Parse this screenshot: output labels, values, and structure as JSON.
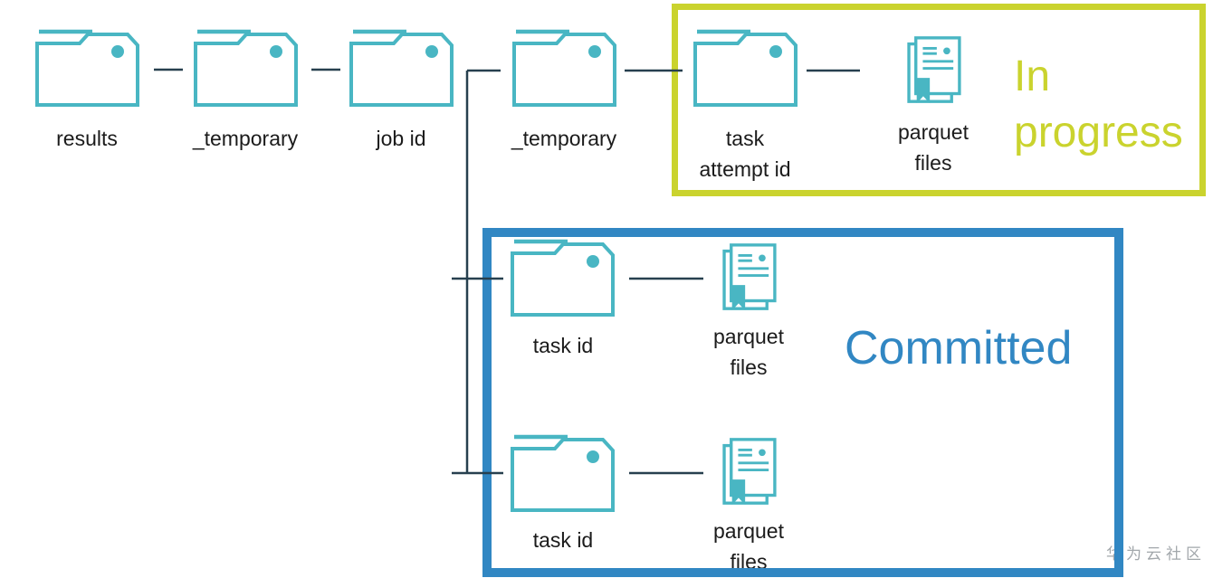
{
  "colors": {
    "folder_teal": "#49b6c3",
    "in_progress": "#cad32e",
    "committed": "#3187c3",
    "connector_line": "#27404f",
    "label_text": "#1b1b1b",
    "watermark_text": "#a2a7ab"
  },
  "folders": {
    "results": {
      "label": "results"
    },
    "temporary1": {
      "label": "_temporary"
    },
    "jobid": {
      "label": "job id"
    },
    "temporary2": {
      "label": "_temporary"
    },
    "taskattempt": {
      "line1": "task",
      "line2": "attempt id"
    },
    "taskid1": {
      "label": "task id"
    },
    "taskid2": {
      "label": "task id"
    }
  },
  "files": {
    "parquet1": {
      "line1": "parquet",
      "line2": "files"
    },
    "parquet2": {
      "line1": "parquet",
      "line2": "files"
    },
    "parquet3": {
      "line1": "parquet",
      "line2": "files"
    }
  },
  "regions": {
    "in_progress": {
      "line1": "In",
      "line2": "progress"
    },
    "committed": {
      "label": "Committed"
    }
  },
  "watermark": {
    "label": "华为云社区"
  }
}
